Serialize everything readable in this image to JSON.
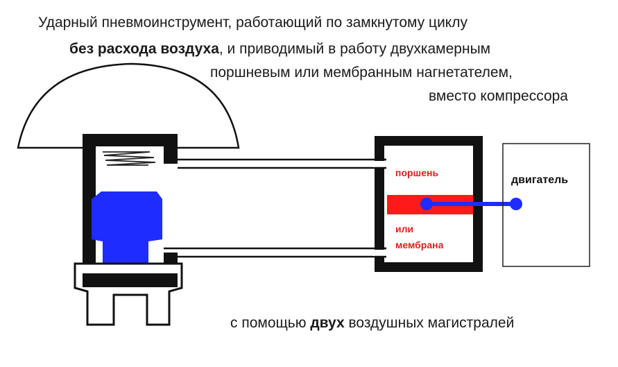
{
  "heading": {
    "line1": "Ударный пневмоинструмент, работающий по замкнутому циклу",
    "line2_bold": "без расхода воздуха",
    "line2_rest": ", и приводимый в работу двухкамерным",
    "line3": "поршневым или мембранным нагнетателем,",
    "line4": "вместо компрессора"
  },
  "labels": {
    "piston": "поршень",
    "or": "или",
    "membrane": "мембрана",
    "engine": "двигатель"
  },
  "footer": {
    "pre": "с помощью ",
    "bold": "двух",
    "post": " воздушных магистралей"
  },
  "colors": {
    "striker": "#1e2cff",
    "piston": "#ff1a1a",
    "rod": "#1e2cff",
    "label": "#e01e1e"
  }
}
